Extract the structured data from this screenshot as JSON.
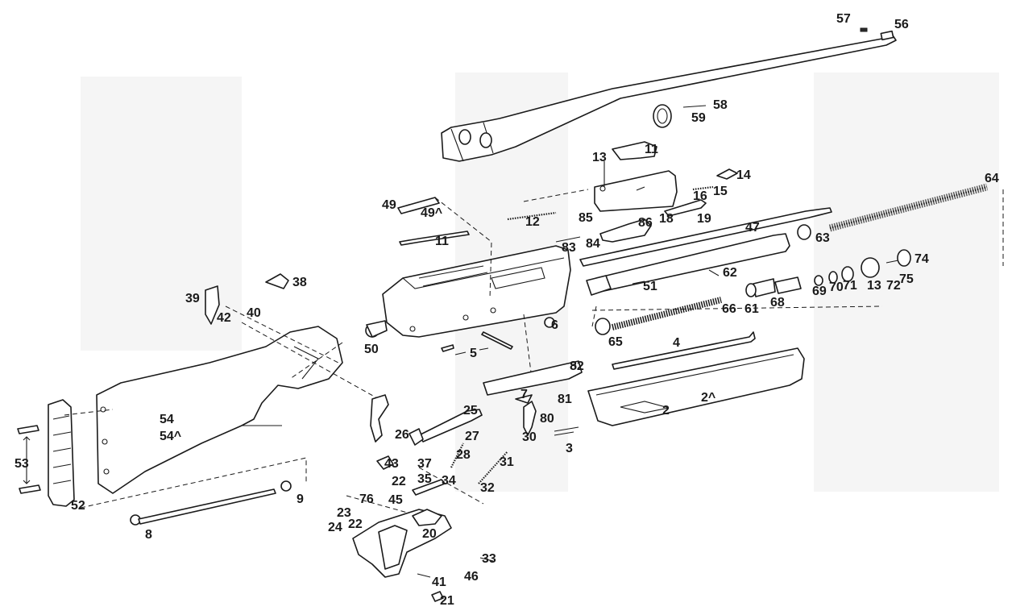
{
  "labels": {
    "l57": "57",
    "l56": "56",
    "l58": "58",
    "l59": "59",
    "l13a": "13",
    "l11a": "11",
    "l14": "14",
    "l15": "15",
    "l16": "16",
    "l64": "64",
    "l49": "49",
    "l49A": "49^",
    "l12": "12",
    "l85": "85",
    "l86": "86",
    "l18": "18",
    "l19": "19",
    "l47": "47",
    "l11b": "11",
    "l83": "83",
    "l84": "84",
    "l63": "63",
    "l62": "62",
    "l74": "74",
    "l38": "38",
    "l51": "51",
    "l69": "69",
    "l70": "70",
    "l71": "71",
    "l13b": "13",
    "l72": "72",
    "l75": "75",
    "l39": "39",
    "l42": "42",
    "l40": "40",
    "l66": "66",
    "l61": "61",
    "l68": "68",
    "l50": "50",
    "l6": "6",
    "l65": "65",
    "l4": "4",
    "l5": "5",
    "l82": "82",
    "l81": "81",
    "l7": "7",
    "l2": "2",
    "l2A": "2^",
    "l80": "80",
    "l25": "25",
    "l54": "54",
    "l54A": "54^",
    "l26": "26",
    "l27": "27",
    "l30": "30",
    "l3": "3",
    "l28": "28",
    "l31": "31",
    "l53": "53",
    "l43": "43",
    "l37": "37",
    "l22a": "22",
    "l35": "35",
    "l34": "34",
    "l32": "32",
    "l52": "52",
    "l9": "9",
    "l76": "76",
    "l45": "45",
    "l23": "23",
    "l22b": "22",
    "l24": "24",
    "l20": "20",
    "l8": "8",
    "l33": "33",
    "l41": "41",
    "l46": "46",
    "l21": "21"
  }
}
